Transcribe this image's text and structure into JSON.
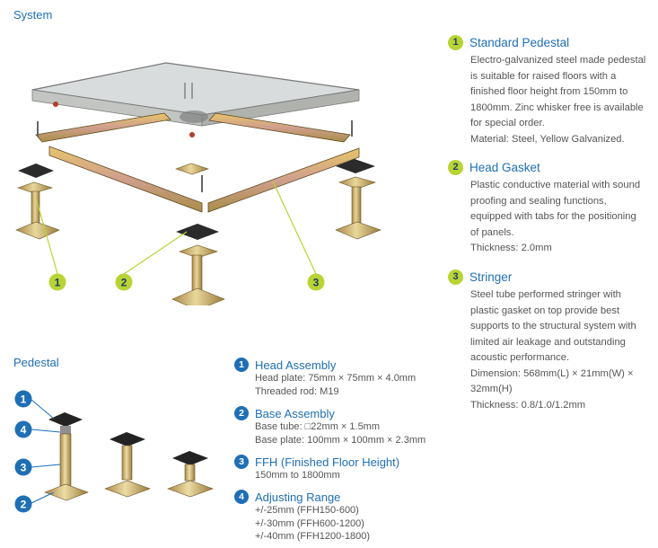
{
  "sections": {
    "system_title": "System",
    "pedestal_title": "Pedestal"
  },
  "system_callouts": [
    "1",
    "2",
    "3"
  ],
  "pedestal_callouts": [
    "1",
    "4",
    "3",
    "2"
  ],
  "features": [
    {
      "num": "1",
      "title": "Standard Pedestal",
      "lines": [
        "Electro-galvanized steel made pedestal",
        "is suitable for raised floors with a",
        "finished floor height from 150mm to",
        "1800mm. Zinc whisker free is available",
        "for special order.",
        "Material: Steel, Yellow Galvanized."
      ]
    },
    {
      "num": "2",
      "title": "Head Gasket",
      "lines": [
        "Plastic conductive material with sound",
        "proofing and sealing functions,",
        "equipped with tabs for the positioning",
        "of panels.",
        "Thickness: 2.0mm"
      ]
    },
    {
      "num": "3",
      "title": "Stringer",
      "lines": [
        "Steel tube performed stringer with",
        "plastic gasket on top provide best",
        "supports to the structural system with",
        "limited air leakage and outstanding",
        "acoustic performance.",
        "Dimension: 568mm(L) × 21mm(W) ×",
        "32mm(H)",
        "Thickness: 0.8/1.0/1.2mm"
      ]
    }
  ],
  "items": [
    {
      "num": "1",
      "title": "Head Assembly",
      "lines": [
        "Head plate: 75mm × 75mm × 4.0mm",
        "Threaded rod: M19"
      ]
    },
    {
      "num": "2",
      "title": "Base Assembly",
      "lines": [
        "Base tube: □22mm × 1.5mm",
        "Base plate: 100mm × 100mm × 2.3mm"
      ]
    },
    {
      "num": "3",
      "title": "FFH (Finished Floor Height)",
      "lines": [
        "150mm to 1800mm"
      ]
    },
    {
      "num": "4",
      "title": "Adjusting Range",
      "lines": [
        "+/-25mm (FFH150-600)",
        "+/-30mm (FFH600-1200)",
        "+/-40mm (FFH1200-1800)"
      ]
    }
  ],
  "colors": {
    "accent_blue": "#1f6fb5",
    "accent_green": "#b8d433",
    "body_text": "#555555"
  }
}
